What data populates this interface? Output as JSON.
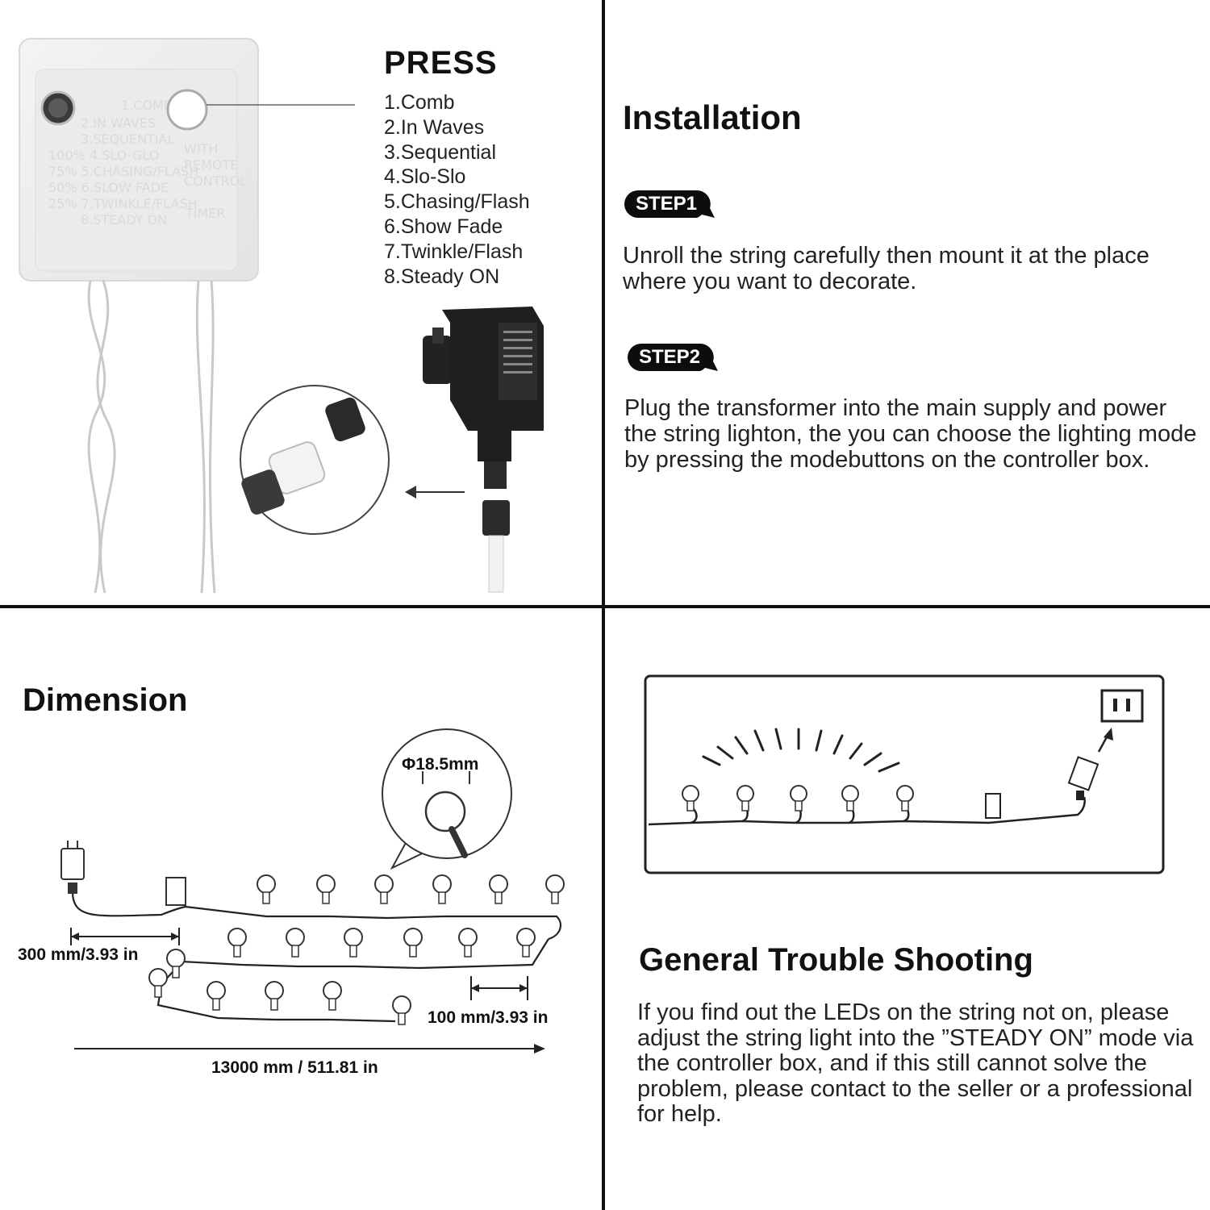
{
  "controller": {
    "title": "PRESS",
    "modes": [
      "1.Comb",
      "2.In Waves",
      "3.Sequential",
      "4.Slo-Slo",
      "5.Chasing/Flash",
      "6.Show Fade",
      "7.Twinkle/Flash",
      "8.Steady ON"
    ]
  },
  "installation": {
    "title": "Installation",
    "steps": [
      {
        "label": "STEP1",
        "text": "Unroll the string carefully then mount it at the place where you want to decorate."
      },
      {
        "label": "STEP2",
        "text": "Plug the transformer into the main supply and power the string lighton, the you can choose the lighting mode by pressing the modebuttons on the controller box."
      }
    ]
  },
  "dimension": {
    "title": "Dimension",
    "bulb_diameter": "Φ18.5mm",
    "lead_length": "300 mm/3.93 in",
    "bulb_spacing": "100 mm/3.93 in",
    "total_length": "13000 mm / 511.81 in"
  },
  "troubleshooting": {
    "title": "General Trouble Shooting",
    "text": "If you find out the LEDs on the string not on, please adjust the string light into the ”STEADY ON” mode via the controller box, and if this still cannot solve the problem, please contact to the seller or a professional for help."
  },
  "icons": [
    "controller-box-icon",
    "power-adapter-icon",
    "connector-icon",
    "bulb-icon",
    "wall-outlet-icon",
    "arrow-icon"
  ]
}
